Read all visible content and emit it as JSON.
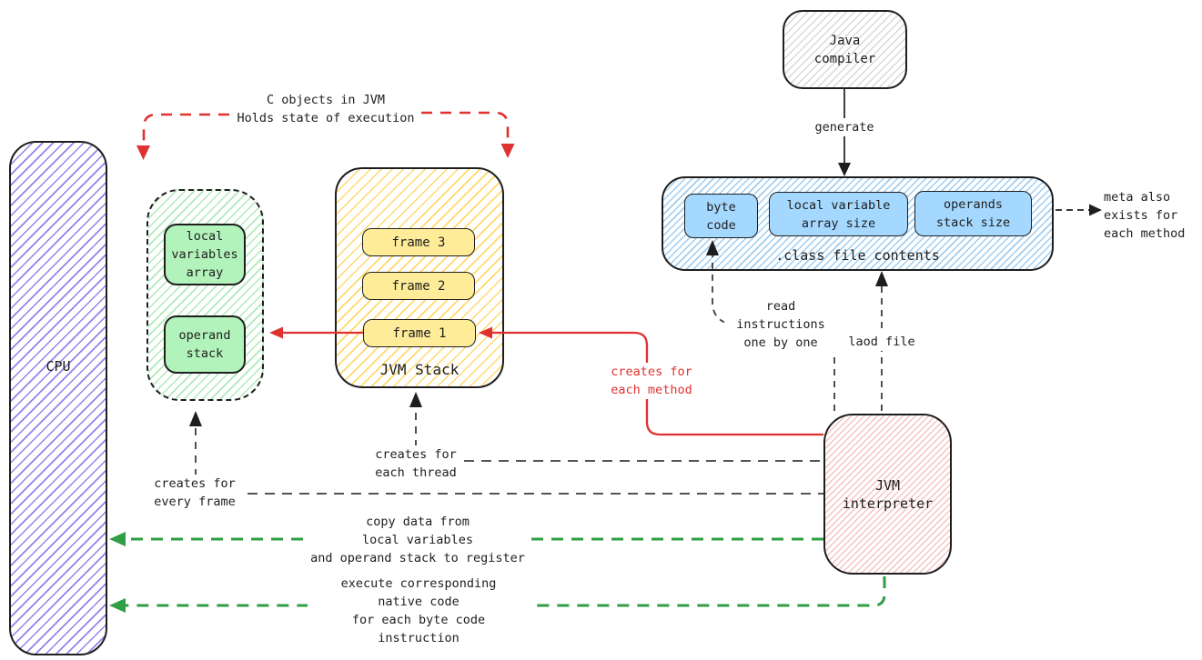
{
  "title": "JVM execution diagram",
  "palette": {
    "ink": "#1e1e1e",
    "red_accent": "#e03131",
    "green_accent": "#2f9e44",
    "gray_dash": "#3d3d3d",
    "violet_fill": "#9580ec",
    "green_fill": "#b2f2bb",
    "yellow_fill": "#ffec99",
    "blue_fill": "#a5d8ff",
    "pink_fill": "#f6c2c2",
    "gray_fill": "#d4d9de"
  },
  "nodes": {
    "cpu": {
      "label": "CPU"
    },
    "memory": {
      "local_variables": "local\nvariables\narray",
      "operand_stack": "operand\nstack"
    },
    "jvm_stack": {
      "caption": "JVM Stack",
      "frames": [
        "frame 3",
        "frame 2",
        "frame 1"
      ]
    },
    "java_compiler": {
      "label": "Java\ncompiler"
    },
    "class_file": {
      "byte_code": "byte\ncode",
      "local_variable_array_size": "local variable\narray size",
      "operands_stack_size": "operands\nstack size",
      "caption": ".class file contents"
    },
    "jvm_interpreter": {
      "label": "JVM\ninterpreter"
    }
  },
  "annotations": {
    "top_note": "C objects in JVM\nHolds state of execution",
    "generate": "generate",
    "meta_note": "meta also\nexists for\neach method",
    "creates_for_each_method": "creates for\neach method",
    "read_instructions": "read\ninstructions\none by one",
    "load_file": "laod file",
    "creates_for_each_thread": "creates for\neach thread",
    "creates_for_every_frame": "creates for\nevery frame",
    "copy_data": "copy data from\nlocal variables\nand operand stack to register",
    "execute_native": "execute corresponding\nnative code\nfor each byte code\ninstruction"
  }
}
